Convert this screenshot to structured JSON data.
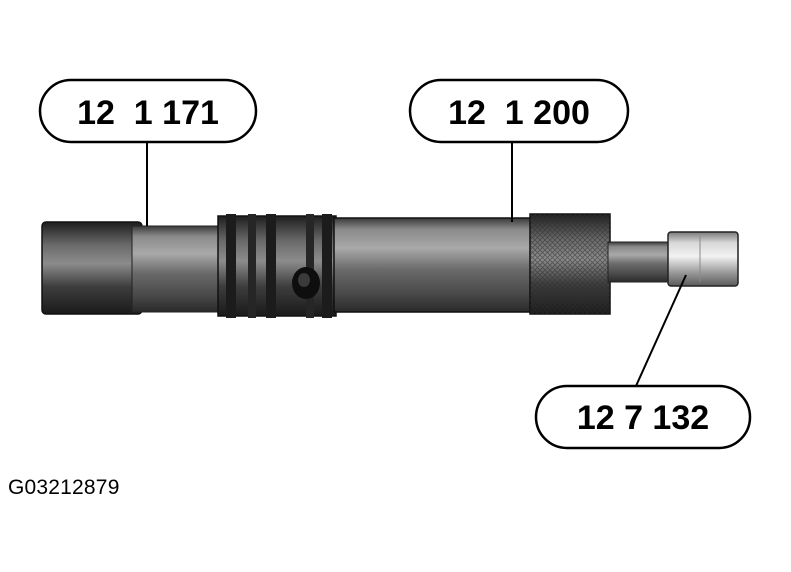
{
  "callouts": {
    "left_part": "12  1 171",
    "middle_part": "12  1 200",
    "right_part": "12 7 132"
  },
  "figure_id": "G03212879",
  "colors": {
    "background": "#ffffff",
    "tool_metal": "#6e6e6e",
    "outline": "#000000"
  }
}
